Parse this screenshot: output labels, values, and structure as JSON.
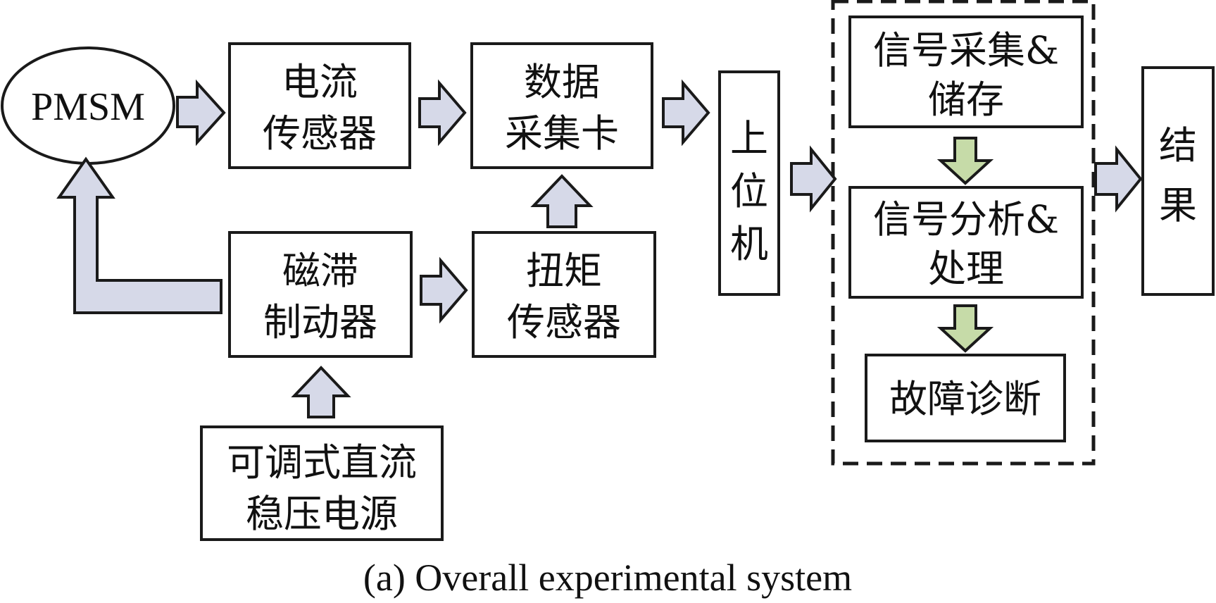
{
  "nodes": {
    "pmsm": "PMSM",
    "current_sensor": [
      "电流",
      "传感器"
    ],
    "daq_card": [
      "数据",
      "采集卡"
    ],
    "host_pc": [
      "上",
      "位",
      "机"
    ],
    "hysteresis_brake": [
      "磁滞",
      "制动器"
    ],
    "torque_sensor": [
      "扭矩",
      "传感器"
    ],
    "dc_power": [
      "可调式直流",
      "稳压电源"
    ],
    "signal_acq": [
      "信号采集&",
      "储存"
    ],
    "signal_proc": [
      "信号分析&",
      "处理"
    ],
    "fault_diag": [
      "故障诊断"
    ],
    "result": [
      "结",
      "果"
    ]
  },
  "caption": "(a) Overall experimental system",
  "colors": {
    "arrow_blue": "#d6d9e8",
    "arrow_green": "#c6dba8",
    "stroke": "#1a1a1a"
  }
}
